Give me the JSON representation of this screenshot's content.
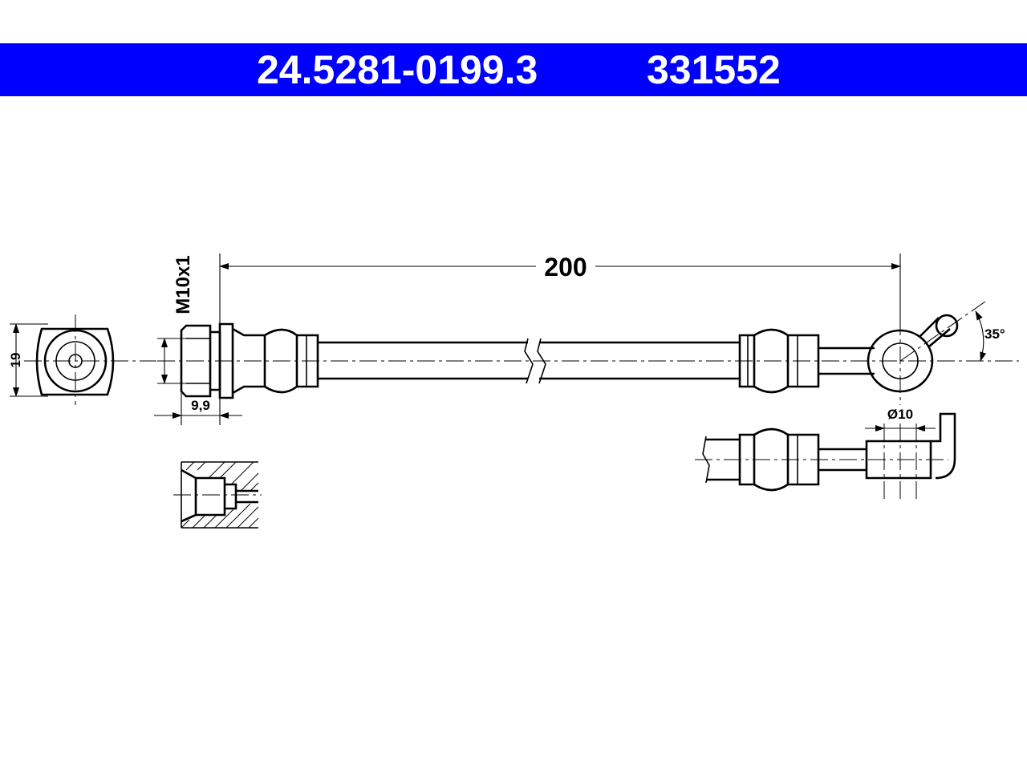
{
  "header": {
    "part_number": "24.5281-0199.3",
    "code": "331552",
    "background_color": "#0000ff",
    "text_color": "#ffffff"
  },
  "dimensions": {
    "length": "200",
    "thread": "M10x1",
    "fitting_height": "19",
    "fitting_width": "9,9",
    "angle": "35°",
    "eye_diameter": "Ø10"
  }
}
